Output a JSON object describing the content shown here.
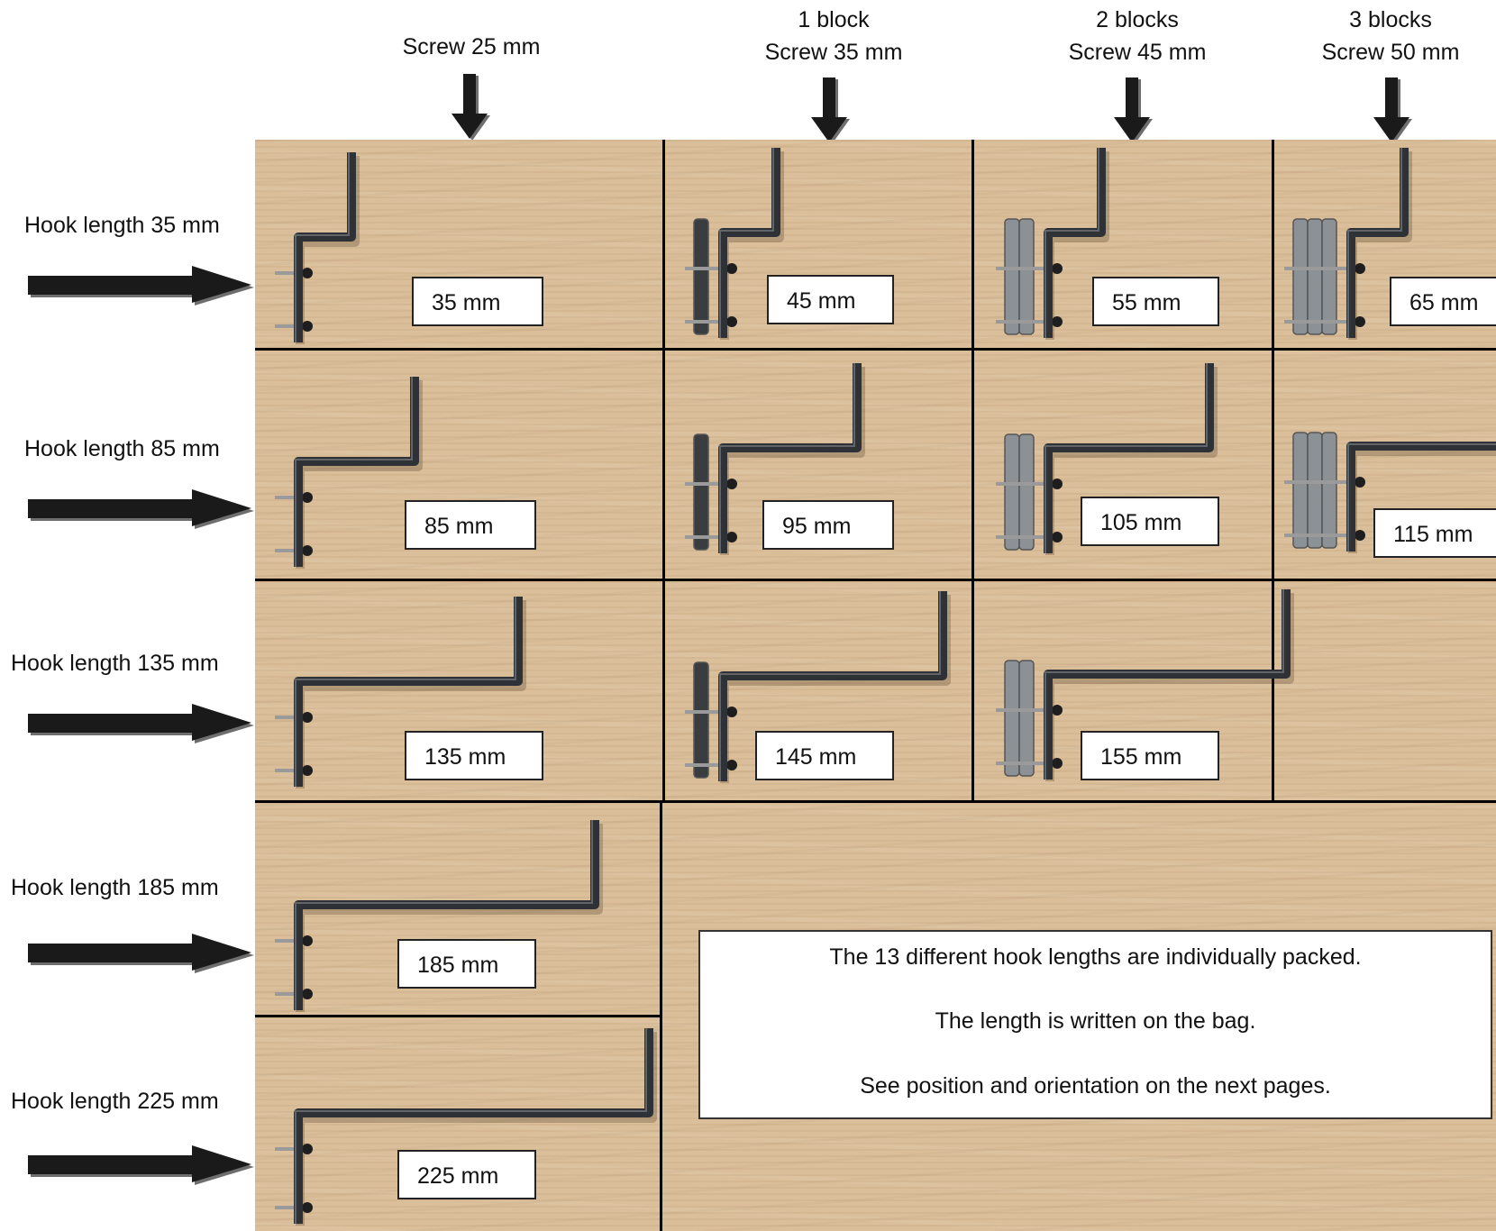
{
  "columns": [
    {
      "line1": "",
      "line2": "Screw 25 mm"
    },
    {
      "line1": "1 block",
      "line2": "Screw 35 mm"
    },
    {
      "line1": "2 blocks",
      "line2": "Screw 45 mm"
    },
    {
      "line1": "3 blocks",
      "line2": "Screw 50 mm"
    }
  ],
  "rows": [
    {
      "label": "Hook length 35 mm"
    },
    {
      "label": "Hook length 85 mm"
    },
    {
      "label": "Hook length 135 mm"
    },
    {
      "label": "Hook length 185 mm"
    },
    {
      "label": "Hook length 225 mm"
    }
  ],
  "cells": [
    {
      "length": "35 mm",
      "blocks": 0
    },
    {
      "length": "45 mm",
      "blocks": 1
    },
    {
      "length": "55 mm",
      "blocks": 2
    },
    {
      "length": "65 mm",
      "blocks": 3
    },
    {
      "length": "85 mm",
      "blocks": 0
    },
    {
      "length": "95 mm",
      "blocks": 1
    },
    {
      "length": "105 mm",
      "blocks": 2
    },
    {
      "length": "115 mm",
      "blocks": 3
    },
    {
      "length": "135 mm",
      "blocks": 0
    },
    {
      "length": "145 mm",
      "blocks": 1
    },
    {
      "length": "155 mm",
      "blocks": 2
    },
    {
      "length": "185 mm",
      "blocks": 0
    },
    {
      "length": "225 mm",
      "blocks": 0
    }
  ],
  "info": {
    "line1": "The 13 different hook lengths are individually packed.",
    "line2": "The length is written on the bag.",
    "line3": "See position and orientation on the next pages."
  },
  "colors": {
    "wood": "#d8bc97",
    "hook_metal": "#2e3236",
    "block_grey": "#8c9196",
    "block_dark": "#3a3d40",
    "arrow": "#1a1a1a"
  }
}
